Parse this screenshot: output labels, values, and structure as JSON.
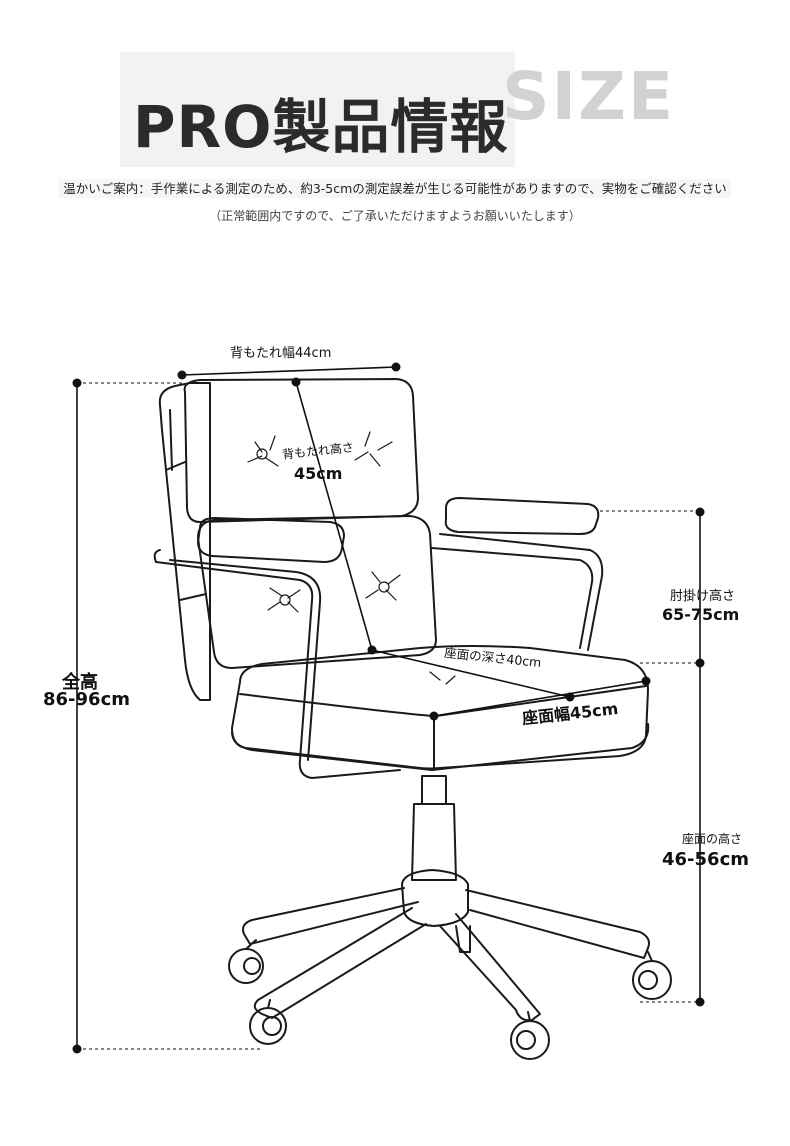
{
  "header": {
    "title": "PRO製品情報",
    "size_word": "SIZE"
  },
  "notice": {
    "line1": "温かいご案内：手作業による測定のため、約3-5cmの測定誤差が生じる可能性がありますので、実物をご確認ください",
    "line2": "（正常範囲内ですので、ご了承いただけますようお願いいたします）"
  },
  "dimensions": {
    "backrest_width": "背もたれ幅44cm",
    "backrest_height_label": "背もたれ高さ",
    "backrest_height_value": "45cm",
    "armrest_height_label": "肘掛け高さ",
    "armrest_height_value": "65-75cm",
    "total_height_label": "全高",
    "total_height_value": "86-96cm",
    "seat_depth": "座面の深さ40cm",
    "seat_width": "座面幅45cm",
    "seat_height_label": "座面の高さ",
    "seat_height_value": "46-56cm"
  },
  "colors": {
    "line": "#1a1a1a",
    "title_text": "#2b2b2b",
    "size_text": "#d2d2d2"
  }
}
